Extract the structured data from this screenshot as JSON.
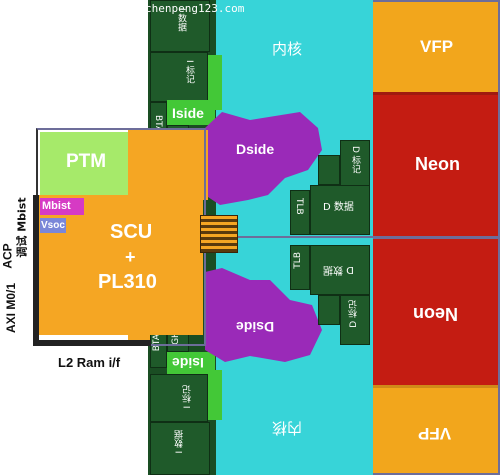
{
  "watermark": "chenpeng123.com",
  "labels": {
    "vfp": "VFP",
    "neon": "Neon",
    "core": "内核",
    "dside": "Dside",
    "iside": "Iside",
    "ptm": "PTM",
    "mbist": "Mbist",
    "vsoc": "Vsoc",
    "scu": "SCU",
    "plus": "+",
    "pl310": "PL310",
    "btac": "BTAC",
    "ghb": "GHB",
    "tlb": "TLB",
    "d_data": "D 数据",
    "d_tag": "D 标记",
    "i_data": "I 数据",
    "i_tag": "I 标记",
    "acp": "ACP",
    "axi": "AXI M0/1",
    "debug_mbist": "调试 Mbist",
    "l2ram": "L2 Ram i/f"
  },
  "colors": {
    "vfp": "#f2a61c",
    "neon": "#c41c12",
    "core": "#37d4d8",
    "dside": "#9a2ab8",
    "iside_green": "#43c837",
    "ptm": "#a6ea6a",
    "scu": "#f5a623",
    "cache": "#1f5a2a",
    "mbist": "#d63ac4",
    "vsoc": "#7a87d8"
  }
}
